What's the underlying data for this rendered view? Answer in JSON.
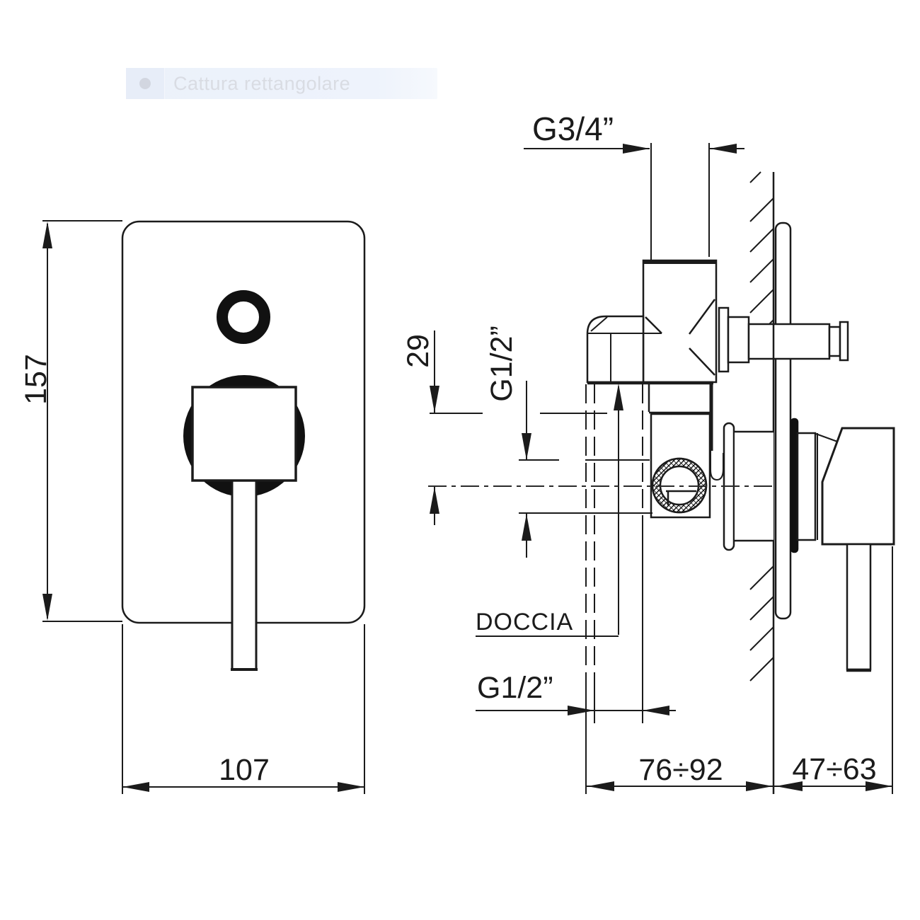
{
  "capture_toolbar": {
    "label": "Cattura rettangolare",
    "bar_color": "#eef3fb",
    "text_color": "#d9dce3",
    "dot_color": "#d2d6e0"
  },
  "drawing": {
    "title_semantic": "concealed shower mixer technical drawing",
    "line_color": "#1b1b1b",
    "front_view": {
      "height": "157",
      "width": "107"
    },
    "side_view": {
      "top_thread": "G3/4”",
      "outlet_offset": "29",
      "side_thread": "G1/2”",
      "shower_label": "DOCCIA",
      "bottom_thread": "G1/2”",
      "wall_depth_range": "76÷92",
      "protrusion_range": "47÷63"
    }
  }
}
